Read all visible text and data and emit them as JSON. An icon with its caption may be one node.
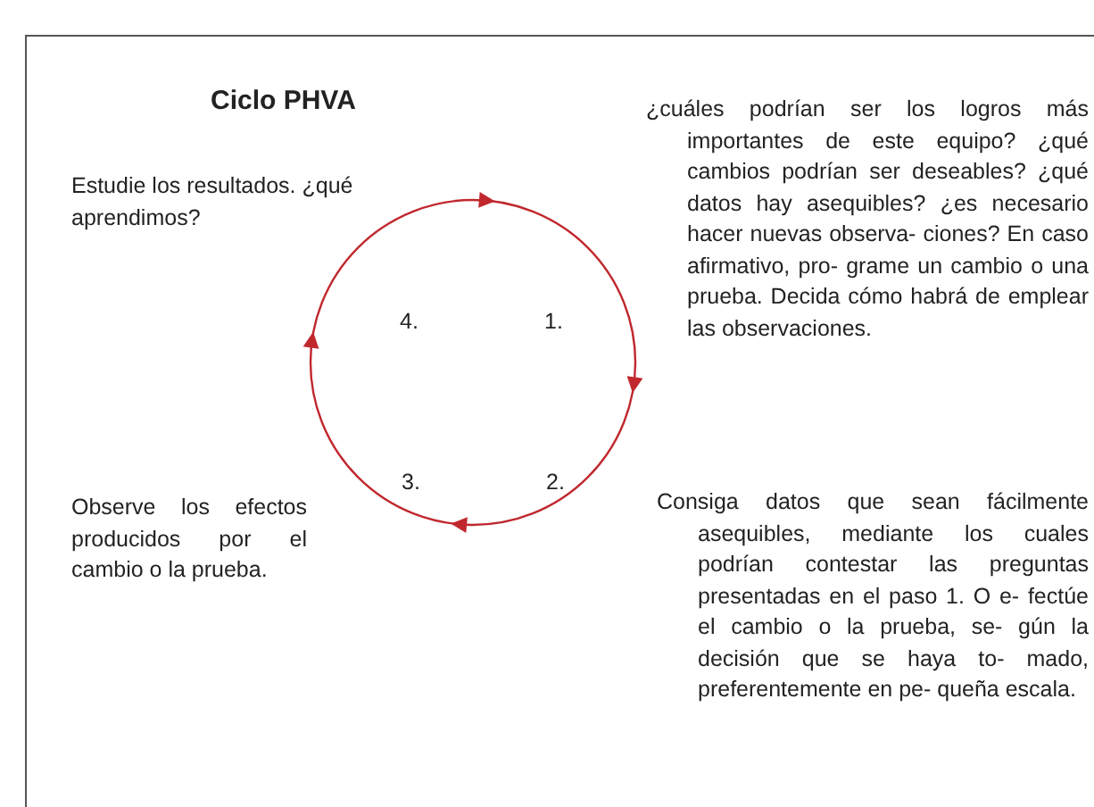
{
  "diagram": {
    "title": "Ciclo PHVA",
    "labels": [
      "¿cuáles podrían ser los logros más importantes de este equipo? ¿qué cambios podrían ser deseables? ¿qué datos hay asequibles? ¿es necesario hacer nuevas observa- ciones? En caso afirmativo, pro- grame un cambio o una prueba. Decida cómo habrá de emplear las observaciones.",
      "Estudie los resultados. ¿qué aprendimos?",
      "4.",
      "1.",
      "Observe los efectos producidos por el cambio o la prueba.",
      "3.",
      "2.",
      "Consiga datos que sean fácilmente asequibles, mediante los cuales podrían contestar las preguntas presentadas en el paso 1. O e- fectúe el cambio o la prueba, se- gún la decisión que se haya to- mado, preferentemente en pe- queña escala."
    ]
  }
}
